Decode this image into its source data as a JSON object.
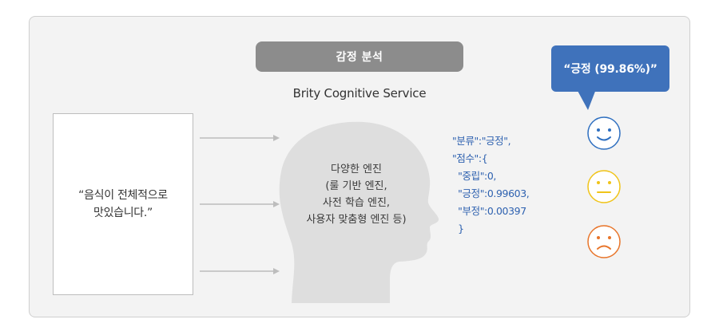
{
  "header": {
    "title": "감정 분석",
    "service": "Brity Cognitive Service"
  },
  "input": {
    "text": "“음식이 전체적으로\n맛있습니다.”"
  },
  "engine": {
    "text": "다양한 엔진\n(룰 기반 엔진,\n사전 학습 엔진,\n사용자 맞춤형 엔진 등)"
  },
  "output": {
    "json_text": "\"분류\":\"긍정\",\n\"점수\":{\n  \"중립\":0,\n  \"긍정\":0.99603,\n  \"부정\":0.00397\n  }"
  },
  "result": {
    "bubble_text": "“긍정 (99.86%)”"
  },
  "faces": [
    {
      "icon": "positive-face-icon",
      "color": "#2e6fc0"
    },
    {
      "icon": "neutral-face-icon",
      "color": "#f0c419"
    },
    {
      "icon": "negative-face-icon",
      "color": "#e8752a"
    }
  ],
  "colors": {
    "accent_blue": "#3f72bb",
    "header_gray": "#8c8c8c",
    "json_blue": "#2f62b0"
  }
}
